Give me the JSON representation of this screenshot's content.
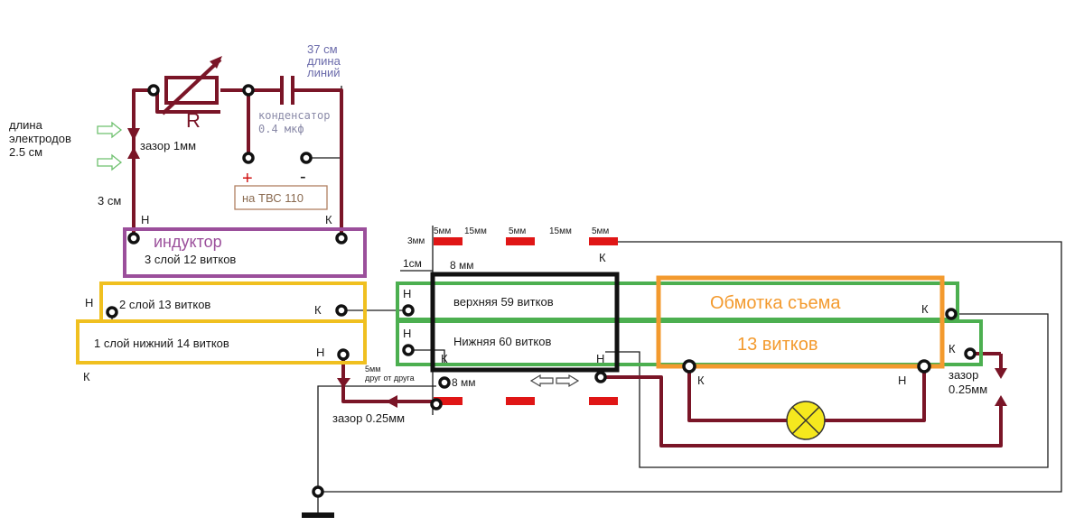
{
  "colors": {
    "wire": "#7a1527",
    "thin_wire": "#1a1a1a",
    "inductor_border": "#9b4f9b",
    "yellow_border": "#f0c020",
    "green_border": "#4caf50",
    "black_border": "#111111",
    "orange_border": "#f39a2e",
    "red_mark": "#e01616",
    "lamp_fill": "#f5e81e",
    "label_blue": "#6a6aaa",
    "label_gray": "#8a8aa8",
    "plus_red": "#d01010",
    "arrow_green": "#6ec06e"
  },
  "electrode": {
    "length_label": "длина\nэлектродов\n2.5 см",
    "gap_label": "зазор 1мм",
    "height_label": "3 см"
  },
  "resistor": {
    "label": "R"
  },
  "line_length": {
    "label": "37 см\nдлина\nлиний"
  },
  "capacitor": {
    "label": "конденсатор\n0.4 мкф"
  },
  "power": {
    "plus": "+",
    "minus": "-",
    "label": "на ТВС 110"
  },
  "inductor": {
    "start": "Н",
    "end": "К",
    "title": "индуктор",
    "desc": "3 слой 12 витков"
  },
  "layer2": {
    "label": "2 слой 13 витков",
    "start": "Н",
    "end": "К"
  },
  "layer1": {
    "label": "1 слой нижний 14 витков",
    "start": "Н",
    "end": "К"
  },
  "dimensions": {
    "d3mm": "3мм",
    "d5mm_a": "5мм",
    "d15mm_a": "15мм",
    "d5mm_b": "5мм",
    "d15mm_b": "15мм",
    "d5mm_c": "5мм",
    "d1cm": "1см",
    "d8mm_top": "8 мм",
    "d8mm_bottom": "8 мм",
    "d5mm_apart": "5мм\nдруг от друга",
    "gap_bottom": "зазор 0.25мм"
  },
  "upper_winding": {
    "label": "верхняя 59 витков",
    "start": "Н",
    "end": "К"
  },
  "lower_winding": {
    "label": "Нижняя 60 витков",
    "start": "Н",
    "end": "К"
  },
  "pickup": {
    "title": "Обмотка съема",
    "turns": "13 витков",
    "end_upper": "К",
    "end_lower": "К",
    "lamp_start": "К",
    "lamp_end": "Н",
    "gap": "зазор\n0.25мм"
  }
}
